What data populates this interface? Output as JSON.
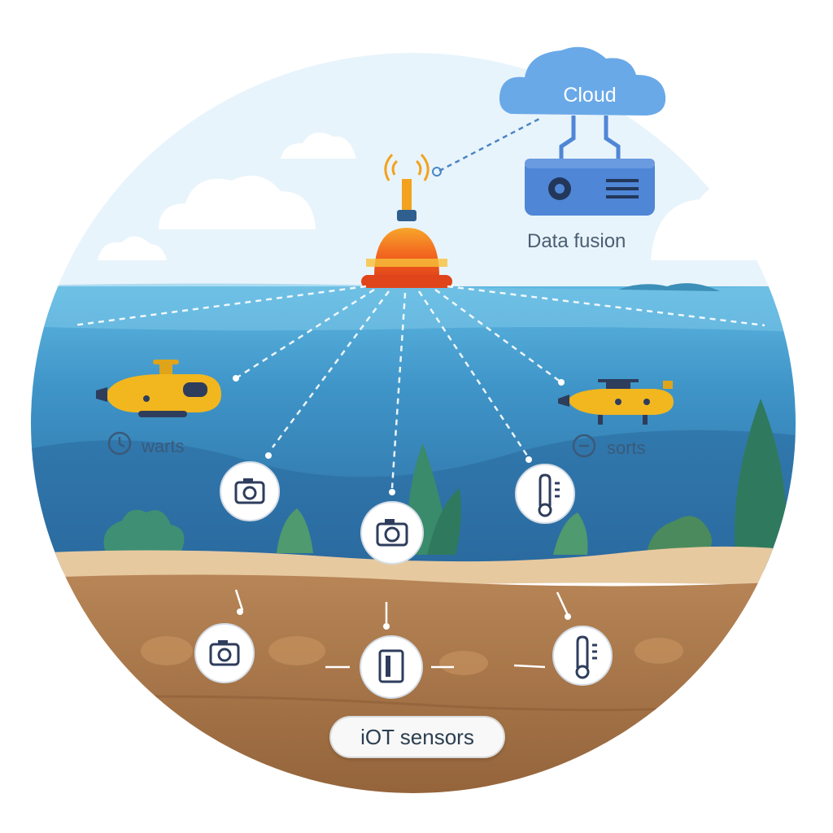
{
  "labels": {
    "cloud": "Cloud",
    "data_fusion": "Data fusion",
    "left_vehicle": "warts",
    "right_vehicle": "sorts",
    "iot_sensors": "iOT sensors"
  },
  "icons": {
    "cloud": "cloud-icon",
    "server": "server-icon",
    "buoy": "buoy-icon",
    "signal": "wireless-signal-icon",
    "submarine": "submarine-icon",
    "underwater_drone": "underwater-drone-icon",
    "clock": "clock-icon",
    "camera": "camera-icon",
    "thermometer": "thermometer-icon",
    "storage": "storage-device-icon"
  },
  "colors": {
    "sky": "#e8f4fb",
    "water_surface": "#4aa8d8",
    "water_deep": "#2e6fa6",
    "sand": "#e7c9a0",
    "soil": "#a67447",
    "buoy_orange": "#f36b21",
    "vehicle_yellow": "#f2b61f",
    "cloud_blue": "#6aa9e8",
    "server_blue": "#4f86d6",
    "plant_green": "#3f8f74"
  }
}
